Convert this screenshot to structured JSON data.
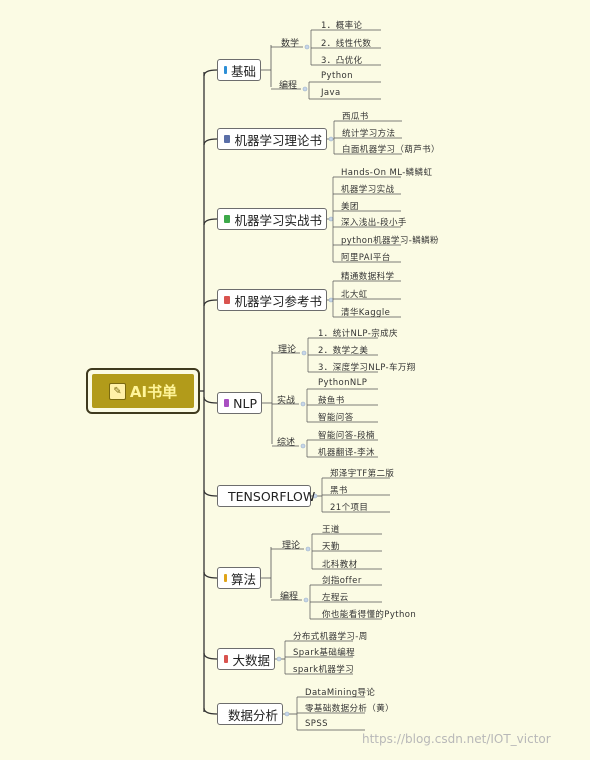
{
  "root": {
    "label": "AI书单"
  },
  "watermark": "https://blog.csdn.net/IOT_victor",
  "branches": [
    {
      "label": "基础",
      "icon_color": "#2d8fd6",
      "groups": [
        {
          "label": "数学",
          "items": [
            "1．概率论",
            "2．线性代数",
            "3．凸优化"
          ]
        },
        {
          "label": "编程",
          "items": [
            "Python",
            "Java"
          ]
        }
      ]
    },
    {
      "label": "机器学习理论书",
      "icon_color": "#5a6fa8",
      "items": [
        "西瓜书",
        "统计学习方法",
        "白面机器学习（葫芦书）"
      ]
    },
    {
      "label": "机器学习实战书",
      "icon_color": "#3da94a",
      "items": [
        "Hands-On ML-鳞鳞虹",
        "机器学习实战",
        "美团",
        "深入浅出-段小手",
        "python机器学习-鳞鳞粉",
        "阿里PAI平台"
      ]
    },
    {
      "label": "机器学习参考书",
      "icon_color": "#d9534f",
      "items": [
        "精通数据科学",
        "北大虹",
        "清华Kaggle"
      ]
    },
    {
      "label": "NLP",
      "icon_color": "#a84fc2",
      "groups": [
        {
          "label": "理论",
          "items": [
            "1．统计NLP-宗成庆",
            "2．数学之美",
            "3．深度学习NLP-车万翔"
          ]
        },
        {
          "label": "实战",
          "items": [
            "PythonNLP",
            "鼓鱼书",
            "智能问答"
          ]
        },
        {
          "label": "综述",
          "items": [
            "智能问答-段楠",
            "机器翻译-李沐"
          ]
        }
      ]
    },
    {
      "label": "TENSORFLOW",
      "icon_color": "#2aa59b",
      "items": [
        "郑泽宇TF第二版",
        "黑书",
        "21个项目"
      ]
    },
    {
      "label": "算法",
      "icon_color": "#e0a418",
      "groups": [
        {
          "label": "理论",
          "items": [
            "王道",
            "天勤",
            "北科教材"
          ]
        },
        {
          "label": "编程",
          "items": [
            "剑指offer",
            "左程云",
            "你也能看得懂的Python"
          ]
        }
      ]
    },
    {
      "label": "大数据",
      "icon_color": "#d9534f",
      "items": [
        "分布式机器学习-周",
        "Spark基础编程",
        "spark机器学习"
      ]
    },
    {
      "label": "数据分析",
      "icon_color": "#5a6fa8",
      "items": [
        "DataMining导论",
        "零基础数据分析（黄）",
        "SPSS"
      ]
    }
  ]
}
